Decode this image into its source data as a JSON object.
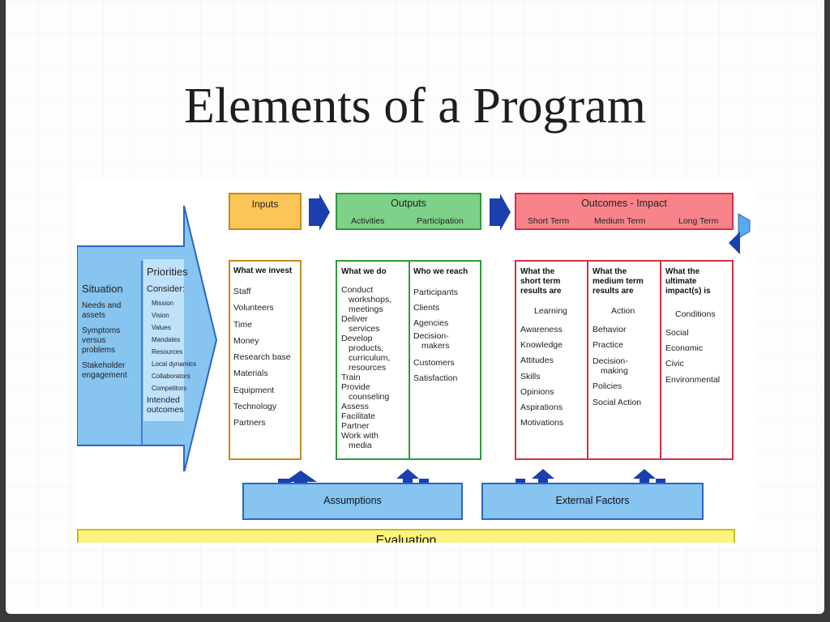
{
  "slide": {
    "title": "Elements of a Program"
  },
  "diagram": {
    "situation": {
      "title": "Situation",
      "items": [
        "Needs and assets",
        "Symptoms versus problems",
        "Stakeholder engagement"
      ]
    },
    "priorities": {
      "title": "Priorities",
      "consider": "Consider:",
      "items": [
        "Mission",
        "Vision",
        "Values",
        "Mandates",
        "Resources",
        "Local dynamics",
        "Collaborators",
        "Competitors"
      ],
      "outcomes": "Intended outcomes"
    },
    "inputs": {
      "header": "Inputs",
      "question": "What we invest",
      "items": [
        "Staff",
        "Volunteers",
        "Time",
        "Money",
        "Research base",
        "Materials",
        "Equipment",
        "Technology",
        "Partners"
      ]
    },
    "outputs": {
      "header": "Outputs",
      "sub_activities": "Activities",
      "sub_participation": "Participation",
      "col1_question": "What we do",
      "col1_items": [
        "Conduct",
        "workshops,",
        "meetings",
        "Deliver",
        "services",
        "Develop",
        "products,",
        "curriculum,",
        "resources",
        "Train",
        "Provide",
        "counseling",
        "Assess",
        "Facilitate",
        "Partner",
        "Work with",
        "media"
      ],
      "col2_question": "Who we reach",
      "col2_items": [
        "Participants",
        "Clients",
        "Agencies",
        "Decision-",
        "makers",
        "Customers",
        "",
        "Satisfaction"
      ]
    },
    "outcomes": {
      "header": "Outcomes - Impact",
      "sub_short": "Short Term",
      "sub_medium": "Medium Term",
      "sub_long": "Long Term",
      "short_q": [
        "What the",
        "short term",
        "results are"
      ],
      "short_heading": "Learning",
      "short_items": [
        "Awareness",
        "Knowledge",
        "Attitudes",
        "Skills",
        "Opinions",
        "Aspirations",
        "Motivations"
      ],
      "medium_q": [
        "What the",
        "medium term",
        "results are"
      ],
      "medium_heading": "Action",
      "medium_items": [
        "Behavior",
        "Practice",
        "Decision-",
        "making",
        "Policies",
        "Social Action"
      ],
      "long_q": [
        "What the",
        "ultimate",
        "impact(s) is"
      ],
      "long_heading": "Conditions",
      "long_items": [
        "Social",
        "Economic",
        "Civic",
        "Environmental"
      ]
    },
    "assumptions": "Assumptions",
    "external_factors": "External Factors",
    "evaluation": "Evaluation",
    "colors": {
      "inputs_fill": "#fcc557",
      "inputs_border": "#c58a1c",
      "outputs_fill": "#7fd189",
      "outputs_border": "#2f9a3d",
      "outcomes_fill": "#f9838a",
      "outcomes_border": "#d43040",
      "situation_fill": "#87c4ef",
      "situation_border": "#2a67c4",
      "arrow_blue": "#1b3fae",
      "evaluation_fill": "#fbf47e",
      "evaluation_border": "#c9bd1a"
    }
  }
}
